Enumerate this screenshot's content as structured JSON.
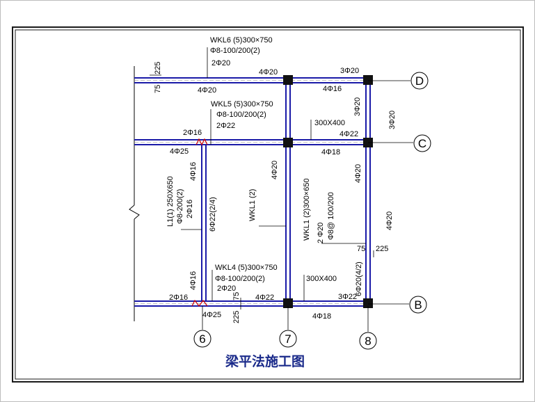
{
  "title": "梁平法施工图",
  "colors": {
    "beam": "#1a1aa8",
    "accent": "#cc0000",
    "title": "#1a2a8a",
    "frame": "#1a1a1a"
  },
  "axes": {
    "grid6": "6",
    "grid7": "7",
    "grid8": "8",
    "gridB": "B",
    "gridC": "C",
    "gridD": "D"
  },
  "annotations": {
    "wkl6_name": "WKL6 (5)300×750",
    "wkl6_stirrup": "Φ8-100/200(2)",
    "wkl6_top": "2Φ20",
    "wkl6_left_top": "4Φ20",
    "wkl6_left_bottom": "4Φ20",
    "wkl6_right_top": "3Φ20",
    "wkl6_right_bottom": "4Φ16",
    "dim_225_top": "225",
    "dim_75_top": "75",
    "wkl5_name": "WKL5 (5)300×750",
    "wkl5_stirrup": "Φ8-100/200(2)",
    "wkl5_top": "2Φ22",
    "wkl5_left_top": "2Φ16",
    "wkl5_left_bottom": "4Φ25",
    "wkl5_mid_bottom": "4Φ20",
    "wkl5_right_section": "300X400",
    "wkl5_right_top": "4Φ22",
    "wkl5_right_bottom": "4Φ18",
    "col_3phi20_a": "3Φ20",
    "col_3phi20_b": "3Φ20",
    "l1_side": "4Φ16",
    "l1_name": "L1(1) 250X650",
    "l1_stirrup": "Φ8-200(2)",
    "l1_bottom": "2Φ16",
    "l1_bar": "6Φ22(2/4)",
    "wkl1_left_name": "WKL1 (2)",
    "wkl1_right_name": "WKL1 (2)300×650",
    "wkl1_right_top": "2 Φ20",
    "wkl1_right_stirrup": "Φ8@ 100/200",
    "col_4phi20_mid": "4Φ20",
    "col_4phi20_right": "4Φ20",
    "dim_75_mid": "75",
    "dim_225_mid": "225",
    "wkl1_bar": "6Φ20(4/2)",
    "lower_left_side": "4Φ16",
    "wkl4_name": "WKL4 (5)300×750",
    "wkl4_stirrup": "Φ8-100/200(2)",
    "wkl4_top": "2Φ20",
    "wkl4_left_top": "2Φ16",
    "wkl4_left_bottom": "4Φ25",
    "wkl4_mid_top": "4Φ22",
    "wkl4_right_section": "300X400",
    "wkl4_right_top": "3Φ22",
    "wkl4_right_bottom": "4Φ18",
    "dim_75_bot": "75",
    "dim_225_bot": "225"
  }
}
